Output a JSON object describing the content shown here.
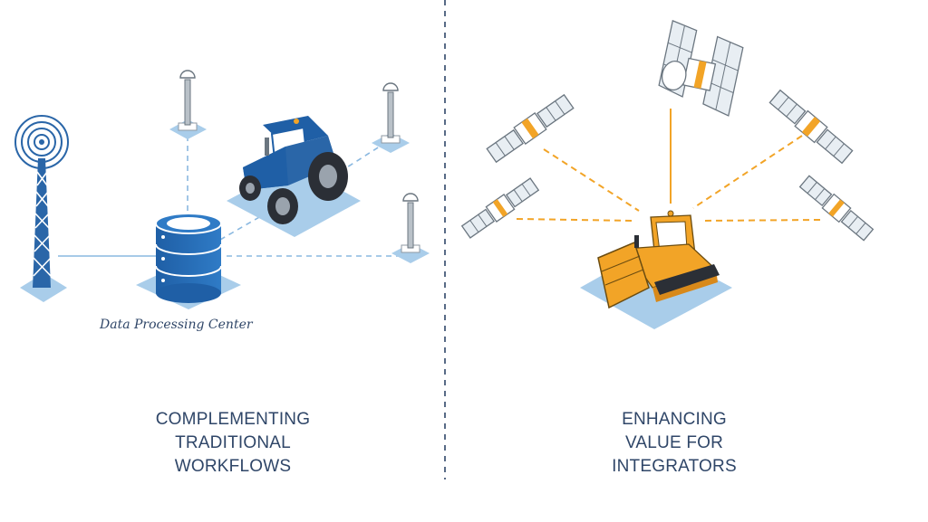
{
  "left_panel": {
    "node_label": "Data Processing Center",
    "caption_lines": [
      "COMPLEMENTING",
      "TRADITIONAL",
      "WORKFLOWS"
    ]
  },
  "right_panel": {
    "caption_lines": [
      "ENHANCING",
      "VALUE FOR",
      "INTEGRATORS"
    ]
  },
  "colors": {
    "navy": "#2f4668",
    "blue": "#2a66a8",
    "light_blue": "#6fa3d8",
    "pale_blue": "#a9cdea",
    "orange": "#f2a427",
    "gray": "#8f99a3"
  },
  "icons": {
    "cell_tower": "cell-tower-icon",
    "base_station": "gnss-base-station-icon",
    "tractor": "tractor-icon",
    "database": "database-server-icon",
    "satellite": "satellite-icon",
    "bulldozer": "bulldozer-icon"
  }
}
